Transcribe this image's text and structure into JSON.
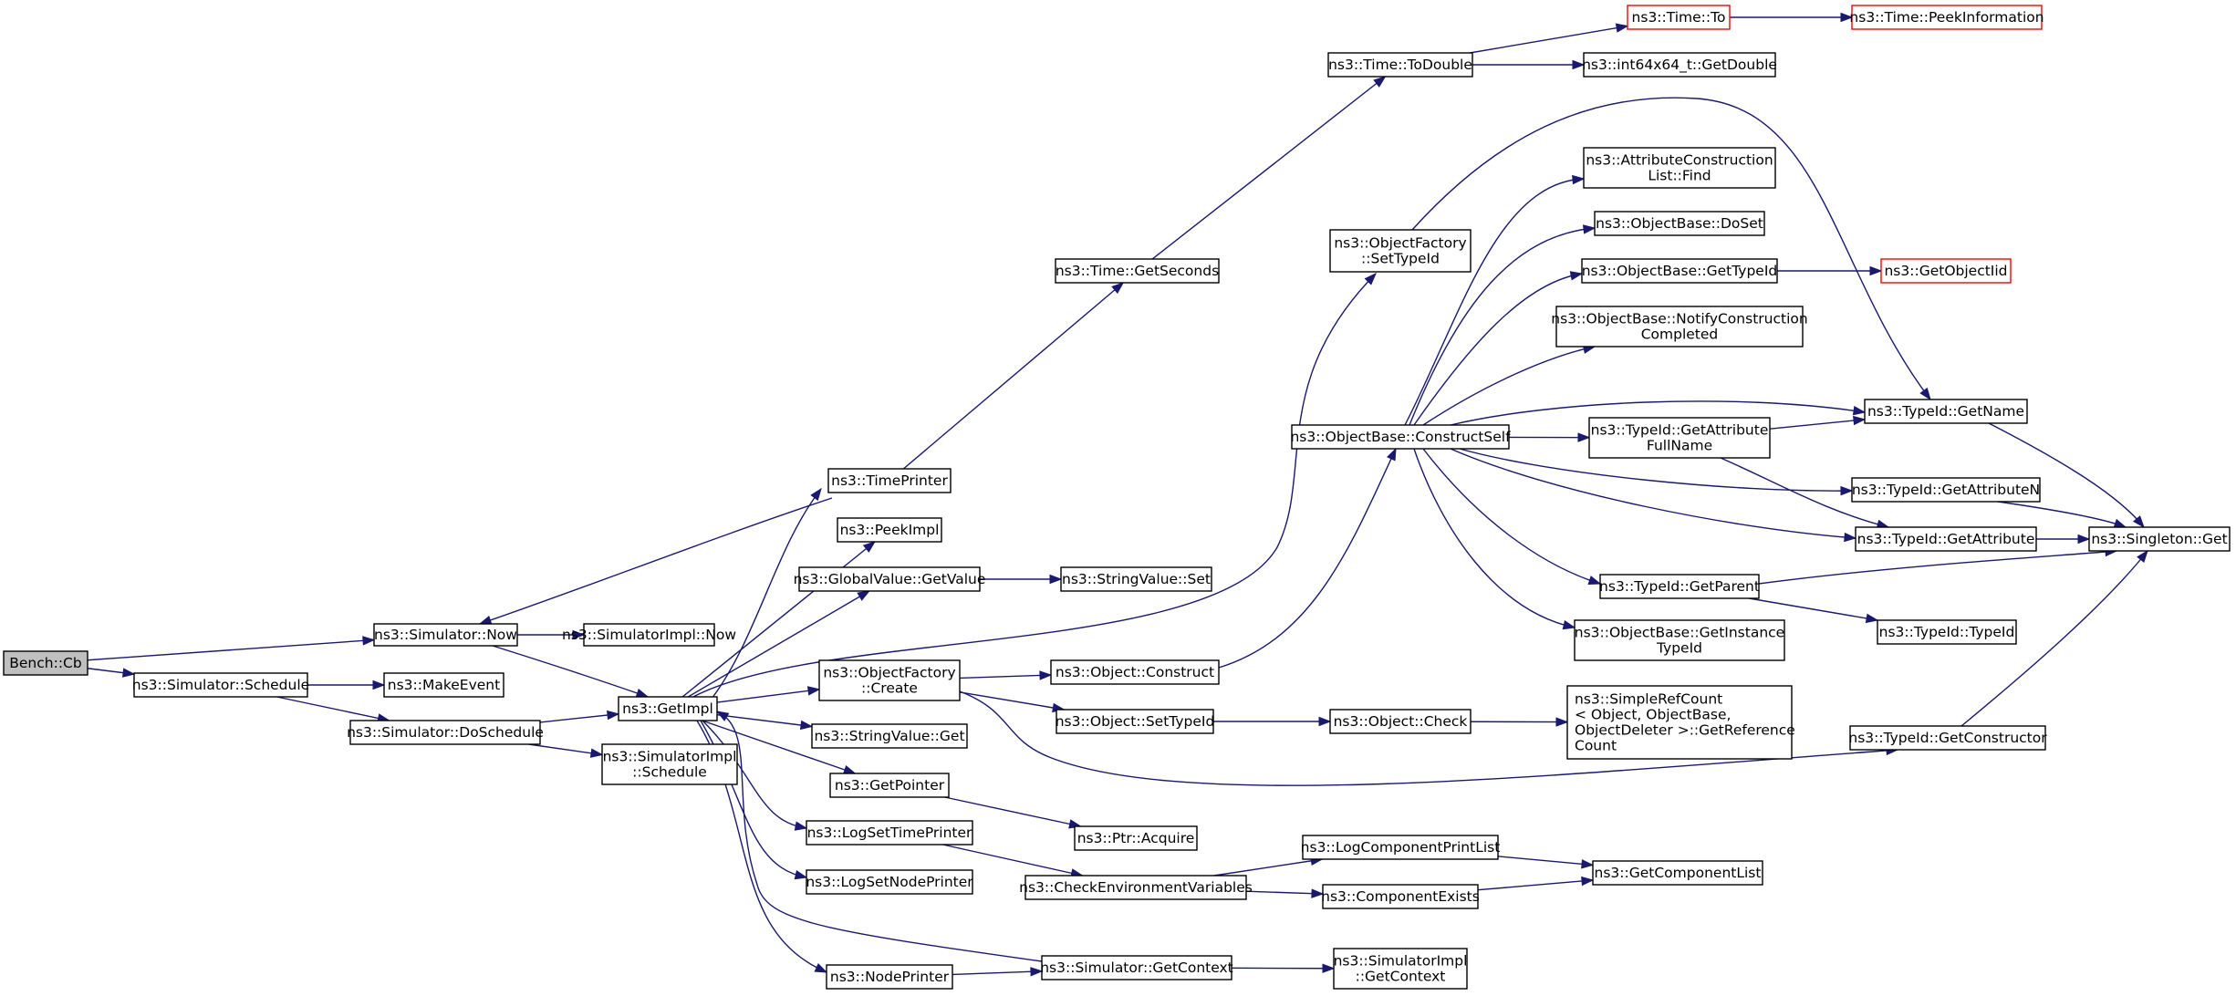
{
  "diagram": {
    "title": "",
    "colors": {
      "edge": "#191970",
      "node_border": "#000000",
      "truncated_border": "#ff0000",
      "current_fill": "#bfbfbf",
      "background": "#ffffff"
    },
    "nodes": [
      {
        "id": "bench_cb",
        "lines": [
          "Bench::Cb"
        ],
        "style": "current"
      },
      {
        "id": "sim_now",
        "lines": [
          "ns3::Simulator::Now"
        ]
      },
      {
        "id": "sim_schedule",
        "lines": [
          "ns3::Simulator::Schedule"
        ]
      },
      {
        "id": "simimpl_now",
        "lines": [
          "ns3::SimulatorImpl::Now"
        ]
      },
      {
        "id": "make_event",
        "lines": [
          "ns3::MakeEvent"
        ]
      },
      {
        "id": "sim_doschedule",
        "lines": [
          "ns3::Simulator::DoSchedule"
        ]
      },
      {
        "id": "get_impl",
        "lines": [
          "ns3::GetImpl"
        ]
      },
      {
        "id": "simimpl_schedule",
        "lines": [
          "ns3::SimulatorImpl",
          "::Schedule"
        ]
      },
      {
        "id": "time_printer",
        "lines": [
          "ns3::TimePrinter"
        ]
      },
      {
        "id": "peek_impl",
        "lines": [
          "ns3::PeekImpl"
        ]
      },
      {
        "id": "gv_getvalue",
        "lines": [
          "ns3::GlobalValue::GetValue"
        ]
      },
      {
        "id": "of_create",
        "lines": [
          "ns3::ObjectFactory",
          "::Create"
        ]
      },
      {
        "id": "sv_get",
        "lines": [
          "ns3::StringValue::Get"
        ]
      },
      {
        "id": "get_pointer",
        "lines": [
          "ns3::GetPointer"
        ]
      },
      {
        "id": "log_set_time_printer",
        "lines": [
          "ns3::LogSetTimePrinter"
        ]
      },
      {
        "id": "log_set_node_printer",
        "lines": [
          "ns3::LogSetNodePrinter"
        ]
      },
      {
        "id": "node_printer",
        "lines": [
          "ns3::NodePrinter"
        ]
      },
      {
        "id": "time_getseconds",
        "lines": [
          "ns3::Time::GetSeconds"
        ]
      },
      {
        "id": "sv_set",
        "lines": [
          "ns3::StringValue::Set"
        ]
      },
      {
        "id": "obj_construct",
        "lines": [
          "ns3::Object::Construct"
        ]
      },
      {
        "id": "obj_settypeid",
        "lines": [
          "ns3::Object::SetTypeId"
        ]
      },
      {
        "id": "ptr_acquire",
        "lines": [
          "ns3::Ptr::Acquire"
        ]
      },
      {
        "id": "check_env",
        "lines": [
          "ns3::CheckEnvironmentVariables"
        ]
      },
      {
        "id": "sim_getcontext",
        "lines": [
          "ns3::Simulator::GetContext"
        ]
      },
      {
        "id": "time_todouble",
        "lines": [
          "ns3::Time::ToDouble"
        ]
      },
      {
        "id": "of_settypeid",
        "lines": [
          "ns3::ObjectFactory",
          "::SetTypeId"
        ]
      },
      {
        "id": "ob_constructself",
        "lines": [
          "ns3::ObjectBase::ConstructSelf"
        ]
      },
      {
        "id": "obj_check",
        "lines": [
          "ns3::Object::Check"
        ]
      },
      {
        "id": "log_comp_printlist",
        "lines": [
          "ns3::LogComponentPrintList"
        ]
      },
      {
        "id": "comp_exists",
        "lines": [
          "ns3::ComponentExists"
        ]
      },
      {
        "id": "simimpl_getcontext",
        "lines": [
          "ns3::SimulatorImpl",
          "::GetContext"
        ]
      },
      {
        "id": "time_to",
        "lines": [
          "ns3::Time::To"
        ],
        "style": "truncated"
      },
      {
        "id": "int64_getdouble",
        "lines": [
          "ns3::int64x64_t::GetDouble"
        ]
      },
      {
        "id": "acl_find",
        "lines": [
          "ns3::AttributeConstruction",
          "List::Find"
        ]
      },
      {
        "id": "ob_doset",
        "lines": [
          "ns3::ObjectBase::DoSet"
        ]
      },
      {
        "id": "ob_gettypeid",
        "lines": [
          "ns3::ObjectBase::GetTypeId"
        ]
      },
      {
        "id": "ob_notify",
        "lines": [
          "ns3::ObjectBase::NotifyConstruction",
          "Completed"
        ]
      },
      {
        "id": "tid_getattrfullname",
        "lines": [
          "ns3::TypeId::GetAttribute",
          "FullName"
        ]
      },
      {
        "id": "tid_getparent",
        "lines": [
          "ns3::TypeId::GetParent"
        ]
      },
      {
        "id": "ob_getinstancetypeid",
        "lines": [
          "ns3::ObjectBase::GetInstance",
          "TypeId"
        ]
      },
      {
        "id": "simplerefcount",
        "lines": [
          "ns3::SimpleRefCount",
          "< Object, ObjectBase,",
          "ObjectDeleter >::GetReference",
          "Count"
        ],
        "align": "left"
      },
      {
        "id": "get_component_list",
        "lines": [
          "ns3::GetComponentList"
        ]
      },
      {
        "id": "time_peekinfo",
        "lines": [
          "ns3::Time::PeekInformation"
        ],
        "style": "truncated"
      },
      {
        "id": "get_object_iid",
        "lines": [
          "ns3::GetObjectIid"
        ],
        "style": "truncated"
      },
      {
        "id": "tid_getname",
        "lines": [
          "ns3::TypeId::GetName"
        ]
      },
      {
        "id": "tid_getattributen",
        "lines": [
          "ns3::TypeId::GetAttributeN"
        ]
      },
      {
        "id": "tid_getattribute",
        "lines": [
          "ns3::TypeId::GetAttribute"
        ]
      },
      {
        "id": "tid_typeid",
        "lines": [
          "ns3::TypeId::TypeId"
        ]
      },
      {
        "id": "tid_getconstructor",
        "lines": [
          "ns3::TypeId::GetConstructor"
        ]
      },
      {
        "id": "singleton_get",
        "lines": [
          "ns3::Singleton::Get"
        ]
      }
    ],
    "edges": [
      {
        "from": "bench_cb",
        "to": "sim_now"
      },
      {
        "from": "bench_cb",
        "to": "sim_schedule"
      },
      {
        "from": "sim_now",
        "to": "simimpl_now"
      },
      {
        "from": "sim_now",
        "to": "get_impl"
      },
      {
        "from": "sim_schedule",
        "to": "make_event"
      },
      {
        "from": "sim_schedule",
        "to": "sim_doschedule"
      },
      {
        "from": "sim_doschedule",
        "to": "get_impl"
      },
      {
        "from": "sim_doschedule",
        "to": "simimpl_schedule"
      },
      {
        "from": "get_impl",
        "to": "time_printer"
      },
      {
        "from": "get_impl",
        "to": "peek_impl"
      },
      {
        "from": "get_impl",
        "to": "gv_getvalue"
      },
      {
        "from": "get_impl",
        "to": "of_settypeid"
      },
      {
        "from": "get_impl",
        "to": "of_create"
      },
      {
        "from": "get_impl",
        "to": "sv_get"
      },
      {
        "from": "get_impl",
        "to": "get_pointer"
      },
      {
        "from": "get_impl",
        "to": "log_set_time_printer"
      },
      {
        "from": "get_impl",
        "to": "log_set_node_printer"
      },
      {
        "from": "get_impl",
        "to": "node_printer"
      },
      {
        "from": "time_printer",
        "to": "sim_now"
      },
      {
        "from": "time_printer",
        "to": "time_getseconds"
      },
      {
        "from": "time_getseconds",
        "to": "time_todouble"
      },
      {
        "from": "time_todouble",
        "to": "time_to"
      },
      {
        "from": "time_todouble",
        "to": "int64_getdouble"
      },
      {
        "from": "time_to",
        "to": "time_peekinfo"
      },
      {
        "from": "gv_getvalue",
        "to": "sv_set"
      },
      {
        "from": "of_create",
        "to": "obj_construct"
      },
      {
        "from": "of_create",
        "to": "obj_settypeid"
      },
      {
        "from": "of_create",
        "to": "tid_getconstructor"
      },
      {
        "from": "obj_construct",
        "to": "ob_constructself"
      },
      {
        "from": "obj_settypeid",
        "to": "obj_check"
      },
      {
        "from": "obj_check",
        "to": "simplerefcount"
      },
      {
        "from": "get_pointer",
        "to": "ptr_acquire"
      },
      {
        "from": "log_set_time_printer",
        "to": "check_env"
      },
      {
        "from": "check_env",
        "to": "log_comp_printlist"
      },
      {
        "from": "check_env",
        "to": "comp_exists"
      },
      {
        "from": "log_comp_printlist",
        "to": "get_component_list"
      },
      {
        "from": "comp_exists",
        "to": "get_component_list"
      },
      {
        "from": "node_printer",
        "to": "sim_getcontext"
      },
      {
        "from": "sim_getcontext",
        "to": "get_impl"
      },
      {
        "from": "sim_getcontext",
        "to": "simimpl_getcontext"
      },
      {
        "from": "of_settypeid",
        "to": "tid_getname"
      },
      {
        "from": "ob_constructself",
        "to": "acl_find"
      },
      {
        "from": "ob_constructself",
        "to": "ob_doset"
      },
      {
        "from": "ob_constructself",
        "to": "ob_gettypeid"
      },
      {
        "from": "ob_constructself",
        "to": "ob_notify"
      },
      {
        "from": "ob_constructself",
        "to": "tid_getname"
      },
      {
        "from": "ob_constructself",
        "to": "tid_getattrfullname"
      },
      {
        "from": "ob_constructself",
        "to": "tid_getattributen"
      },
      {
        "from": "ob_constructself",
        "to": "tid_getattribute"
      },
      {
        "from": "ob_constructself",
        "to": "tid_getparent"
      },
      {
        "from": "ob_constructself",
        "to": "ob_getinstancetypeid"
      },
      {
        "from": "ob_gettypeid",
        "to": "get_object_iid"
      },
      {
        "from": "tid_getattrfullname",
        "to": "tid_getname"
      },
      {
        "from": "tid_getattrfullname",
        "to": "tid_getattribute"
      },
      {
        "from": "tid_getname",
        "to": "singleton_get"
      },
      {
        "from": "tid_getattributen",
        "to": "singleton_get"
      },
      {
        "from": "tid_getattribute",
        "to": "singleton_get"
      },
      {
        "from": "tid_getparent",
        "to": "singleton_get"
      },
      {
        "from": "tid_getparent",
        "to": "tid_typeid"
      },
      {
        "from": "tid_getconstructor",
        "to": "singleton_get"
      }
    ]
  }
}
